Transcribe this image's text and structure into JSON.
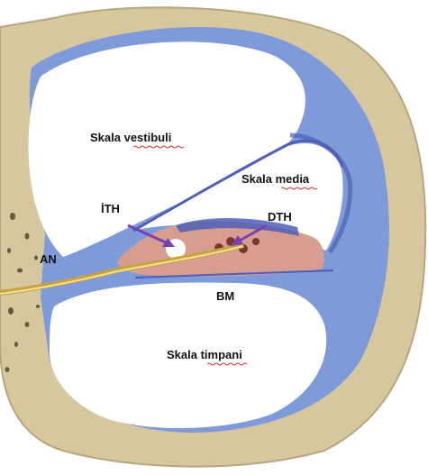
{
  "diagram": {
    "labels": {
      "scala_vestibuli": "Skala vestibuli",
      "scala_media": "Skala media",
      "ith": "İTH",
      "dth": "DTH",
      "an": "AN",
      "bm": "BM",
      "scala_tympani": "Skala timpani"
    },
    "colors": {
      "bone": "#d7c79f",
      "bone_edge": "#b7a67d",
      "membrane_blue": "#7f9ad8",
      "membrane_dark": "#4e5fb8",
      "organ_pink": "#d79d90",
      "nerve": "#c7a33b",
      "arrow": "#7a3fb0",
      "fluid_white": "#ffffff"
    }
  }
}
